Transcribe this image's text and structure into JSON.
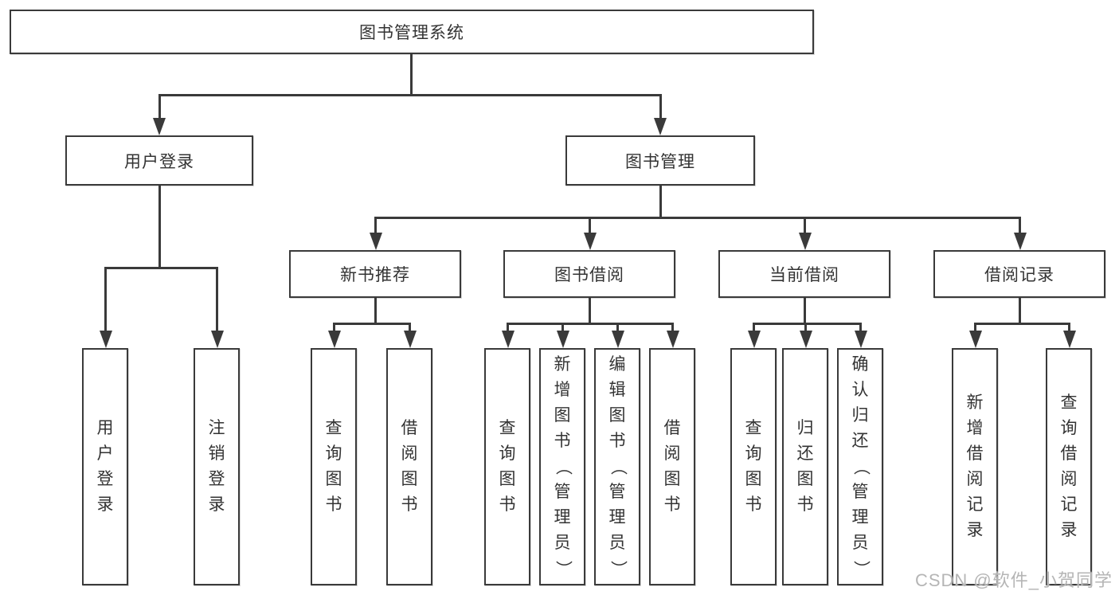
{
  "diagram": {
    "type": "hierarchy-tree",
    "root": {
      "label": "图书管理系统"
    },
    "level2": [
      {
        "label": "用户登录",
        "parent": "图书管理系统"
      },
      {
        "label": "图书管理",
        "parent": "图书管理系统"
      }
    ],
    "level3": [
      {
        "label": "新书推荐",
        "parent": "图书管理"
      },
      {
        "label": "图书借阅",
        "parent": "图书管理"
      },
      {
        "label": "当前借阅",
        "parent": "图书管理"
      },
      {
        "label": "借阅记录",
        "parent": "图书管理"
      }
    ],
    "leaves": [
      {
        "label": "用户登录",
        "parent": "用户登录"
      },
      {
        "label": "注销登录",
        "parent": "用户登录"
      },
      {
        "label": "查询图书",
        "parent": "新书推荐"
      },
      {
        "label": "借阅图书",
        "parent": "新书推荐"
      },
      {
        "label": "查询图书",
        "parent": "图书借阅"
      },
      {
        "label": "新增图书（管理员）",
        "parent": "图书借阅"
      },
      {
        "label": "编辑图书（管理员）",
        "parent": "图书借阅"
      },
      {
        "label": "借阅图书",
        "parent": "图书借阅"
      },
      {
        "label": "查询图书",
        "parent": "当前借阅"
      },
      {
        "label": "归还图书",
        "parent": "当前借阅"
      },
      {
        "label": "确认归还（管理员）",
        "parent": "当前借阅"
      },
      {
        "label": "新增借阅记录",
        "parent": "借阅记录"
      },
      {
        "label": "查询借阅记录",
        "parent": "借阅记录"
      }
    ],
    "watermark": "CSDN @软件_小贺同学",
    "colors": {
      "line": "#3a3a3a",
      "box_border": "#3a3a3a",
      "box_background": "#ffffff",
      "text": "#333333",
      "watermark": "#b5b5b5",
      "background": "#ffffff"
    }
  }
}
